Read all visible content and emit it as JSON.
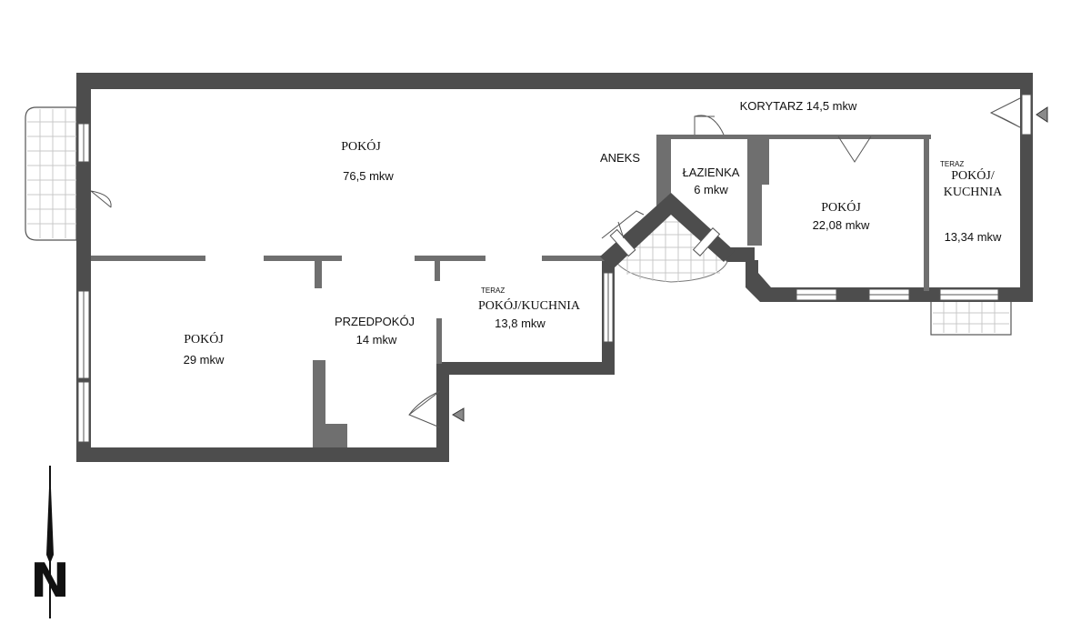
{
  "rooms": {
    "pokoj_large": {
      "name": "POKÓJ",
      "area": "76,5 mkw"
    },
    "pokoj_left": {
      "name": "POKÓJ",
      "area": "29 mkw"
    },
    "przedpokoj": {
      "name": "PRZEDPOKÓJ",
      "area": "14 mkw"
    },
    "pokoj_kuchnia_center": {
      "note": "TERAZ",
      "name": "POKÓJ/KUCHNIA",
      "area": "13,8 mkw"
    },
    "aneks": {
      "name": "ANEKS"
    },
    "lazienka": {
      "name": "ŁAZIENKA",
      "area": "6 mkw"
    },
    "pokoj_right": {
      "name": "POKÓJ",
      "area": "22,08 mkw"
    },
    "korytarz": {
      "label": "KORYTARZ 14,5 mkw"
    },
    "pokoj_kuchnia_right": {
      "note": "TERAZ",
      "name_line1": "POKÓJ/",
      "name_line2": "KUCHNIA",
      "area": "13,34 mkw"
    }
  },
  "compass": {
    "label": "N",
    "icon": "north-arrow-icon"
  },
  "colors": {
    "wall": "#4d4d4d",
    "partition": "#6f6f6f",
    "background": "#ffffff"
  }
}
